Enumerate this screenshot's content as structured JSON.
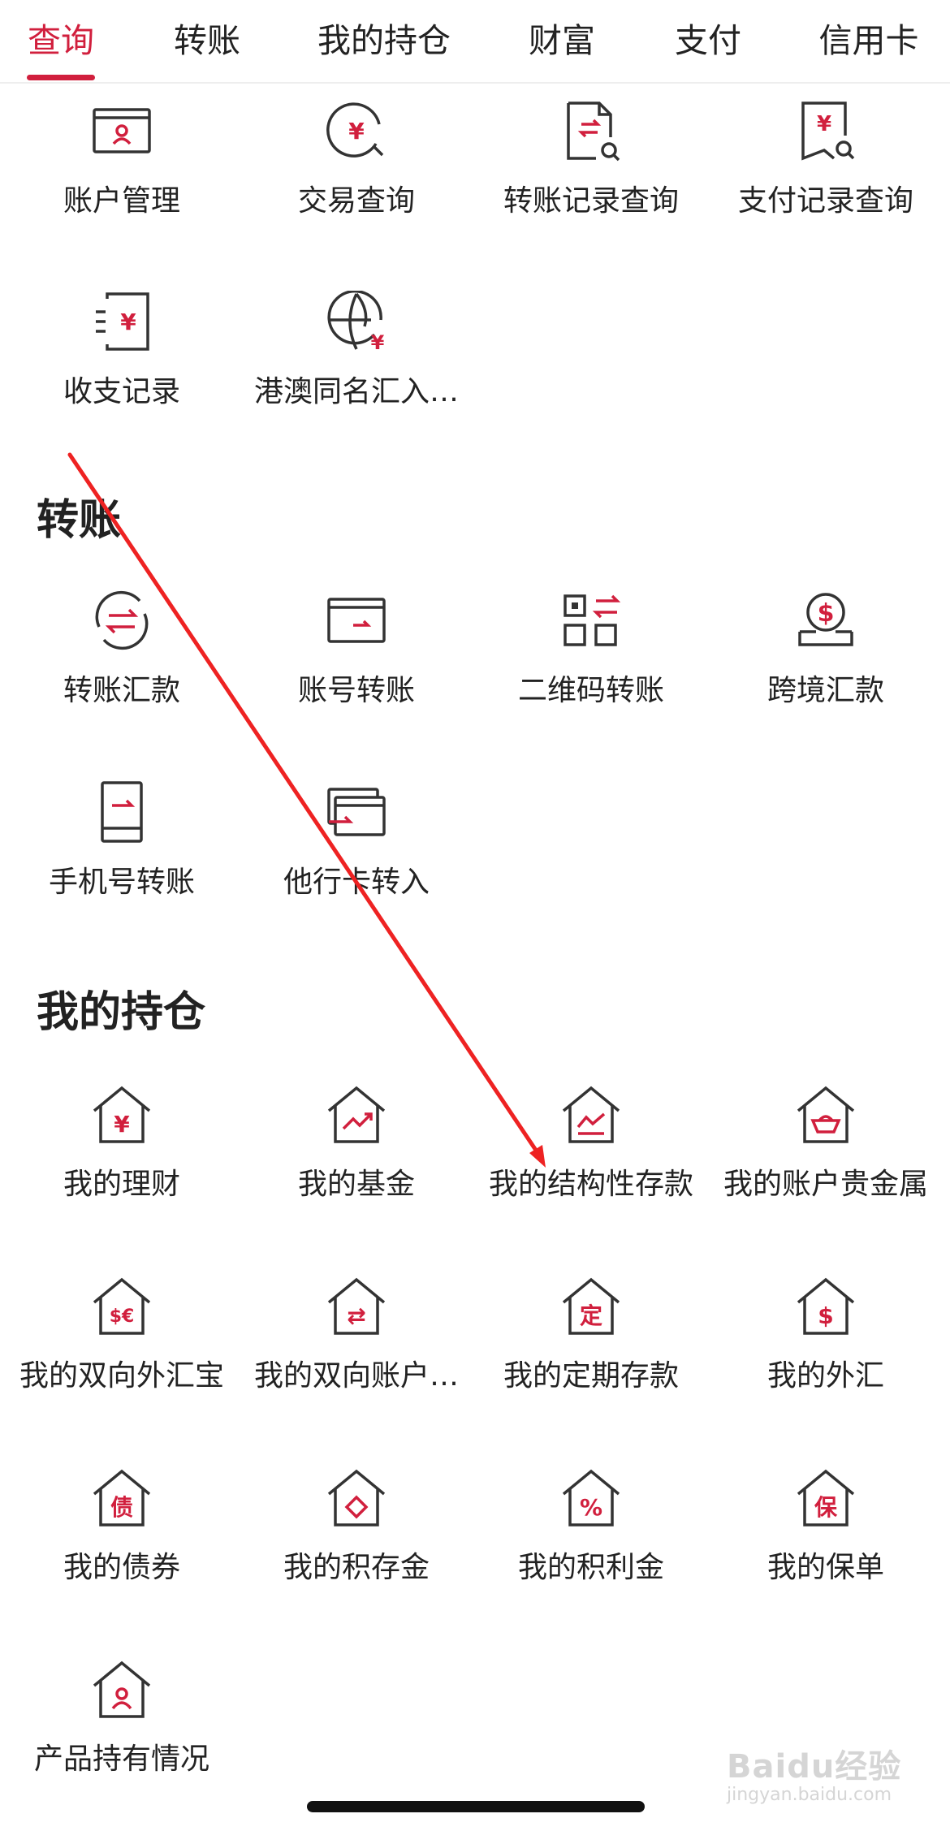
{
  "colors": {
    "accent": "#d11f3d",
    "text": "#222222",
    "icon_stroke": "#333333"
  },
  "tabs": [
    {
      "label": "查询",
      "active": true
    },
    {
      "label": "转账",
      "active": false
    },
    {
      "label": "我的持仓",
      "active": false
    },
    {
      "label": "财富",
      "active": false
    },
    {
      "label": "支付",
      "active": false
    },
    {
      "label": "信用卡",
      "active": false
    }
  ],
  "query": {
    "items": [
      {
        "label": "账户管理",
        "icon": "account-card-icon"
      },
      {
        "label": "交易查询",
        "icon": "yuan-search-icon"
      },
      {
        "label": "转账记录查询",
        "icon": "transfer-record-icon"
      },
      {
        "label": "支付记录查询",
        "icon": "payment-record-icon"
      },
      {
        "label": "收支记录",
        "icon": "income-expense-icon"
      },
      {
        "label": "港澳同名汇入…",
        "icon": "globe-yuan-icon"
      }
    ]
  },
  "transfer": {
    "title": "转账",
    "items": [
      {
        "label": "转账汇款",
        "icon": "circular-transfer-icon"
      },
      {
        "label": "账号转账",
        "icon": "card-transfer-icon"
      },
      {
        "label": "二维码转账",
        "icon": "qrcode-transfer-icon"
      },
      {
        "label": "跨境汇款",
        "icon": "dollar-hand-icon"
      },
      {
        "label": "手机号转账",
        "icon": "phone-transfer-icon"
      },
      {
        "label": "他行卡转入",
        "icon": "other-bank-card-icon"
      }
    ]
  },
  "holdings": {
    "title": "我的持仓",
    "items": [
      {
        "label": "我的理财",
        "icon": "house-yuan-icon",
        "glyph": "¥"
      },
      {
        "label": "我的基金",
        "icon": "house-trend-icon",
        "glyph": ""
      },
      {
        "label": "我的结构性存款",
        "icon": "house-structure-icon",
        "glyph": ""
      },
      {
        "label": "我的账户贵金属",
        "icon": "house-ingot-icon",
        "glyph": ""
      },
      {
        "label": "我的双向外汇宝",
        "icon": "house-dollar-euro-icon",
        "glyph": "$€"
      },
      {
        "label": "我的双向账户…",
        "icon": "house-exchange-icon",
        "glyph": "⇄"
      },
      {
        "label": "我的定期存款",
        "icon": "house-fixed-icon",
        "glyph": "定"
      },
      {
        "label": "我的外汇",
        "icon": "house-dollar-icon",
        "glyph": "$"
      },
      {
        "label": "我的债券",
        "icon": "house-bond-icon",
        "glyph": "债"
      },
      {
        "label": "我的积存金",
        "icon": "house-diamond-icon",
        "glyph": ""
      },
      {
        "label": "我的积利金",
        "icon": "house-percent-icon",
        "glyph": "%"
      },
      {
        "label": "我的保单",
        "icon": "house-insurance-icon",
        "glyph": "保"
      },
      {
        "label": "产品持有情况",
        "icon": "house-person-icon",
        "glyph": ""
      }
    ]
  },
  "watermark": {
    "brand": "Baidu经验",
    "sub": "jingyan.baidu.com"
  }
}
